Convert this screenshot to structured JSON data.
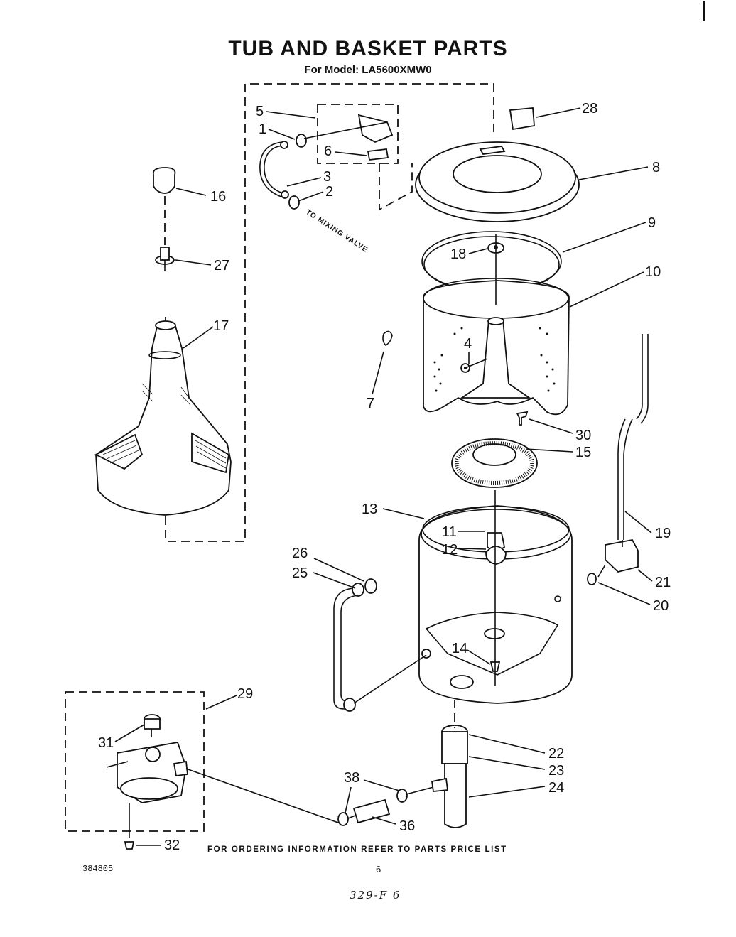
{
  "header": {
    "title": "TUB AND BASKET PARTS",
    "subtitle": "For Model: LA5600XMW0"
  },
  "annotation_mixing_valve": "TO MIXING VALVE",
  "footer": {
    "ordering_note": "FOR ORDERING INFORMATION REFER TO PARTS PRICE LIST",
    "doc_number": "384805",
    "page_number": "6",
    "handwritten_note": "329-F 6"
  },
  "callouts": [
    "1",
    "2",
    "3",
    "4",
    "5",
    "6",
    "7",
    "8",
    "9",
    "10",
    "11",
    "12",
    "13",
    "14",
    "15",
    "16",
    "17",
    "18",
    "19",
    "20",
    "21",
    "22",
    "23",
    "24",
    "25",
    "26",
    "27",
    "28",
    "29",
    "30",
    "31",
    "32",
    "36",
    "38"
  ]
}
